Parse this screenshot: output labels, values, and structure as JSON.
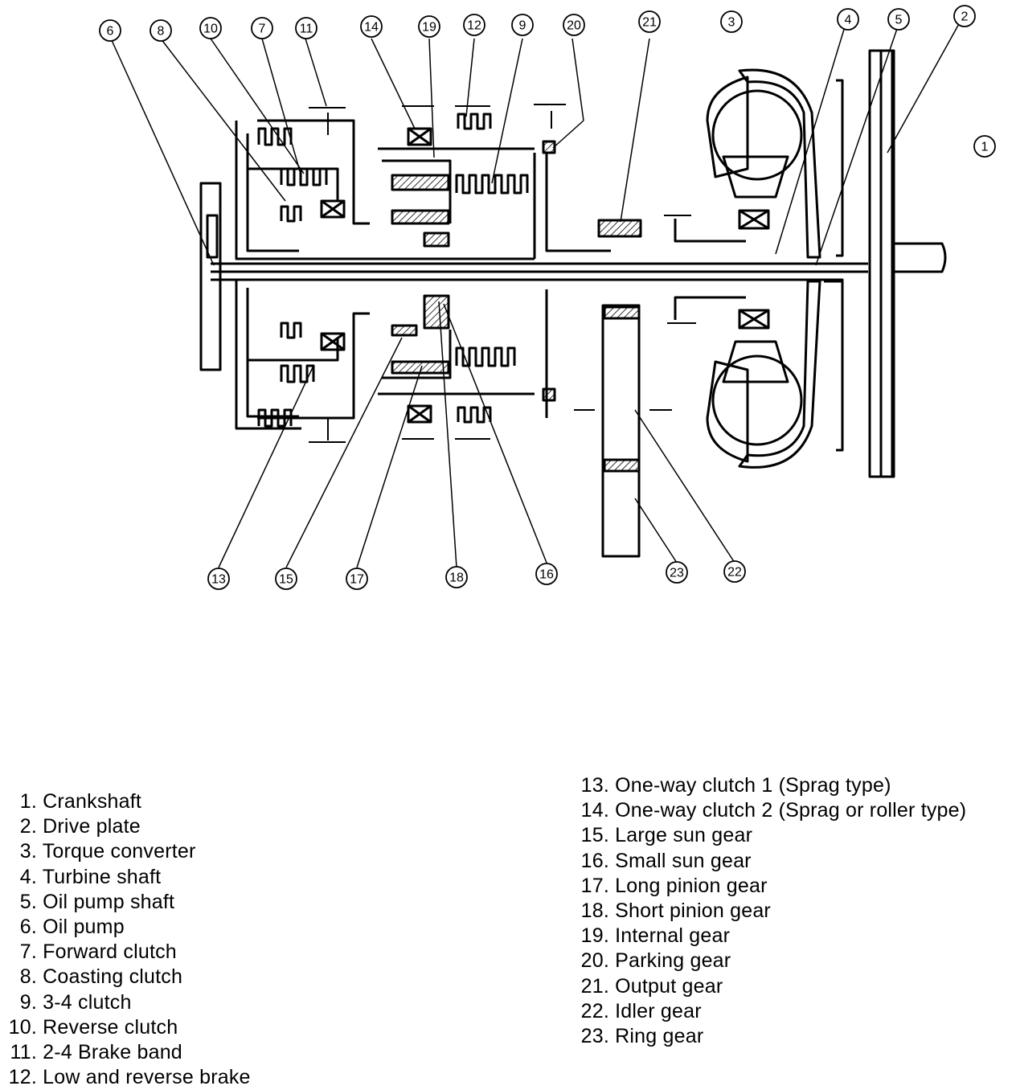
{
  "callouts": [
    {
      "num": "1"
    },
    {
      "num": "2"
    },
    {
      "num": "3"
    },
    {
      "num": "4"
    },
    {
      "num": "5"
    },
    {
      "num": "6"
    },
    {
      "num": "7"
    },
    {
      "num": "8"
    },
    {
      "num": "9"
    },
    {
      "num": "10"
    },
    {
      "num": "11"
    },
    {
      "num": "12"
    },
    {
      "num": "13"
    },
    {
      "num": "14"
    },
    {
      "num": "15"
    },
    {
      "num": "16"
    },
    {
      "num": "17"
    },
    {
      "num": "18"
    },
    {
      "num": "19"
    },
    {
      "num": "20"
    },
    {
      "num": "21"
    },
    {
      "num": "22"
    },
    {
      "num": "23"
    }
  ],
  "legend_left": [
    {
      "num": "1.",
      "text": "Crankshaft"
    },
    {
      "num": "2.",
      "text": "Drive plate"
    },
    {
      "num": "3.",
      "text": "Torque converter"
    },
    {
      "num": "4.",
      "text": "Turbine shaft"
    },
    {
      "num": "5.",
      "text": "Oil pump shaft"
    },
    {
      "num": "6.",
      "text": "Oil pump"
    },
    {
      "num": "7.",
      "text": "Forward clutch"
    },
    {
      "num": "8.",
      "text": "Coasting clutch"
    },
    {
      "num": "9.",
      "text": "3-4 clutch"
    },
    {
      "num": "10.",
      "text": "Reverse clutch"
    },
    {
      "num": "11.",
      "text": "2-4 Brake band"
    },
    {
      "num": "12.",
      "text": "Low and reverse brake"
    }
  ],
  "legend_right": [
    {
      "num": "13.",
      "text": "One-way clutch 1 (Sprag type)"
    },
    {
      "num": "14.",
      "text": "One-way clutch 2 (Sprag or roller type)"
    },
    {
      "num": "15.",
      "text": "Large sun gear"
    },
    {
      "num": "16.",
      "text": "Small sun gear"
    },
    {
      "num": "17.",
      "text": "Long pinion gear"
    },
    {
      "num": "18.",
      "text": "Short pinion gear"
    },
    {
      "num": "19.",
      "text": "Internal gear"
    },
    {
      "num": "20.",
      "text": "Parking gear"
    },
    {
      "num": "21.",
      "text": "Output gear"
    },
    {
      "num": "22.",
      "text": "Idler gear"
    },
    {
      "num": "23.",
      "text": "Ring gear"
    }
  ]
}
